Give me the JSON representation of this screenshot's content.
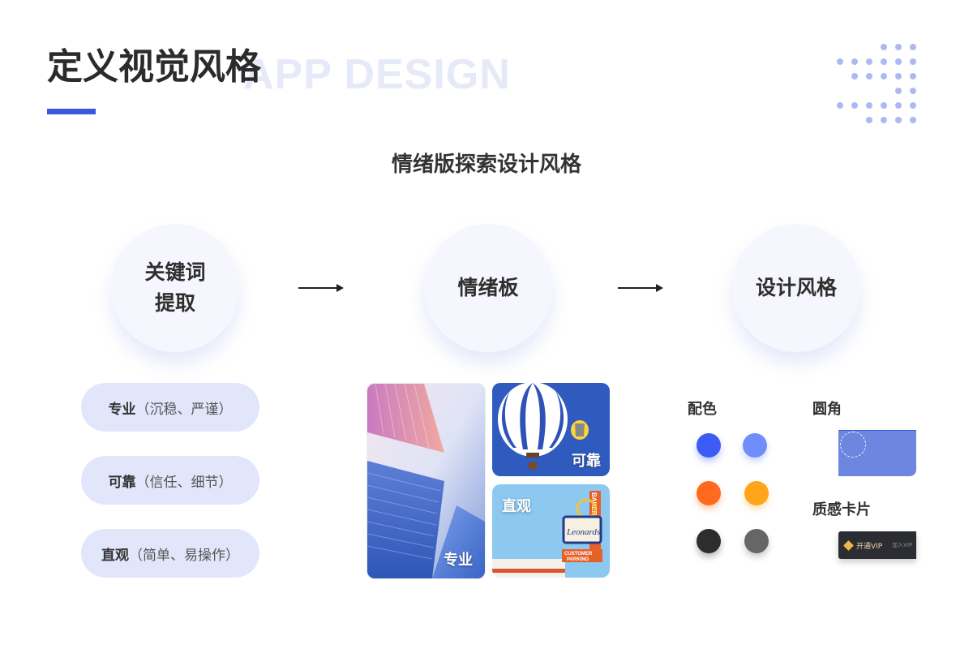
{
  "header": {
    "title": "定义视觉风格",
    "bg_text": "APP DESIGN",
    "accent": "#3a55e0"
  },
  "subtitle": "情绪版探索设计风格",
  "steps": [
    {
      "line1": "关键词",
      "line2": "提取"
    },
    {
      "line1": "情绪板",
      "line2": ""
    },
    {
      "line1": "设计风格",
      "line2": ""
    }
  ],
  "keywords": [
    {
      "word": "专业",
      "note": "（沉稳、严谨）"
    },
    {
      "word": "可靠",
      "note": "（信任、细节）"
    },
    {
      "word": "直观",
      "note": "（简单、易操作）"
    }
  ],
  "moodboard": {
    "building_label": "专业",
    "balloon_label": "可靠",
    "sign_label": "直观",
    "sign_texts": {
      "bakery": "BAKERY",
      "leonards": "Leonards",
      "customer": "CUSTOMER",
      "parking": "PARKING"
    }
  },
  "style": {
    "color_label": "配色",
    "colors": [
      "#3d5cf5",
      "#6f8dfb",
      "#ff6a1f",
      "#ffa51a",
      "#2d2d2d",
      "#666666"
    ],
    "radius_label": "圆角",
    "card_label": "质感卡片",
    "card": {
      "text": "开通VIP",
      "sub": "加入VIP"
    }
  }
}
